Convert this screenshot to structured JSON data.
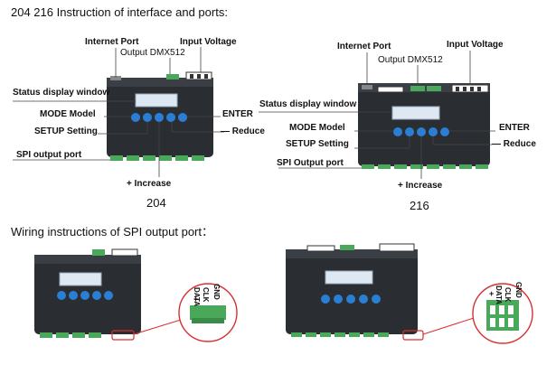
{
  "heading": "204  216  Instruction of interface and ports:",
  "d204": {
    "internet_port": "Internet Port",
    "input_voltage": "Input Voltage",
    "output_dmx": "Output DMX512",
    "status_window": "Status display window",
    "mode": "MODE Model",
    "enter": "ENTER",
    "setup": "SETUP Setting",
    "reduce": "— Reduce",
    "spi": "SPI output port",
    "increase": "+ Increase",
    "caption": "204"
  },
  "d216": {
    "internet_port": "Internet Port",
    "input_voltage": "Input Voltage",
    "output_dmx": "Output DMX512",
    "status_window": "Status display window",
    "mode": "MODE Model",
    "enter": "ENTER",
    "setup": "SETUP Setting",
    "reduce": "— Reduce",
    "spi": "SPI Output port",
    "increase": "+ Increase",
    "caption": "216"
  },
  "wiring_heading": "Wiring instructions of SPI output port：",
  "connector_pins": [
    "+",
    "DATA",
    "CLK",
    "GND"
  ],
  "colors": {
    "device_body": "#2a2d32",
    "button_blue": "#2a7fd4",
    "screen": "#dde8f2",
    "terminal_green": "#4aa85a",
    "callout_red": "#d83030"
  }
}
